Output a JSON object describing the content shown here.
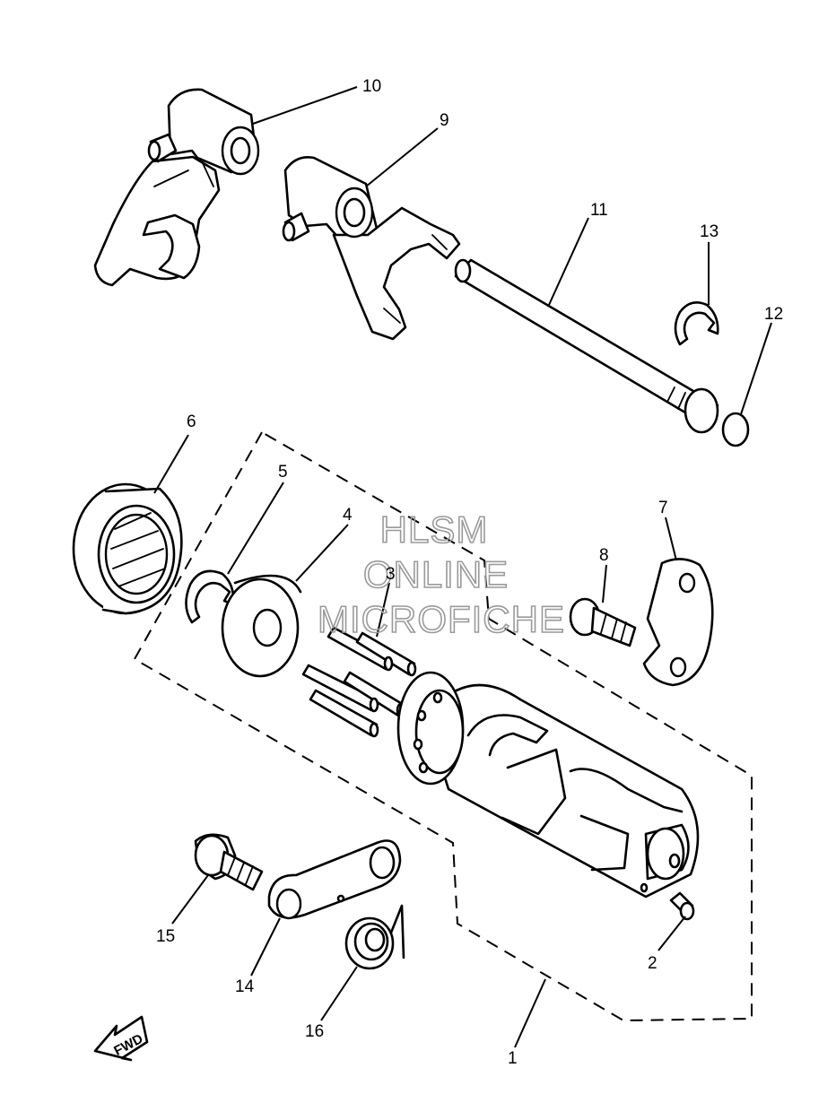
{
  "watermark": {
    "line1": "HLSM",
    "line2": "ONLINE",
    "line3": "MICROFICHE"
  },
  "direction_arrow": {
    "label": "FWD"
  },
  "callouts": [
    {
      "number": "1"
    },
    {
      "number": "2"
    },
    {
      "number": "3"
    },
    {
      "number": "4"
    },
    {
      "number": "5"
    },
    {
      "number": "6"
    },
    {
      "number": "7"
    },
    {
      "number": "8"
    },
    {
      "number": "9"
    },
    {
      "number": "10"
    },
    {
      "number": "11"
    },
    {
      "number": "12"
    },
    {
      "number": "13"
    },
    {
      "number": "14"
    },
    {
      "number": "15"
    },
    {
      "number": "16"
    }
  ]
}
